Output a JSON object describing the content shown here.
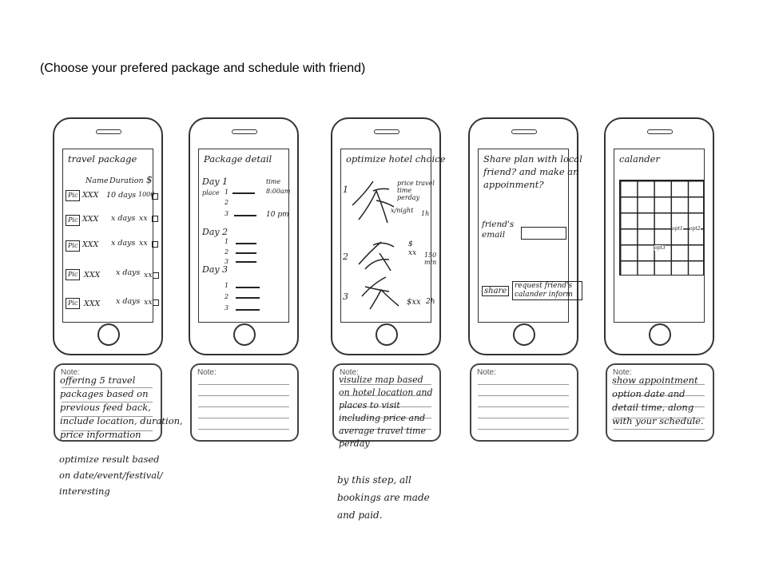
{
  "title": "(Choose your prefered package and schedule with friend)",
  "phones": [
    {
      "screen_title": "travel package",
      "col_name": "Name",
      "col_duration": "Duration",
      "col_price": "$",
      "pic_label": "Pic",
      "rows": [
        {
          "name": "XXX",
          "duration": "10 days",
          "price": "1000"
        },
        {
          "name": "XXX",
          "duration": "x days",
          "price": "xx"
        },
        {
          "name": "XXX",
          "duration": "x days",
          "price": "xx"
        },
        {
          "name": "XXX",
          "duration": "x days",
          "price": "xx"
        },
        {
          "name": "XXX",
          "duration": "x days",
          "price": "xx"
        }
      ]
    },
    {
      "screen_title": "Package detail",
      "day1": "Day 1",
      "place_label": "place",
      "time_label": "time",
      "time_1": "8:00am",
      "time_3": "10 pm",
      "day2": "Day 2",
      "day3": "Day 3",
      "n1": "1",
      "n2": "2",
      "n3": "3"
    },
    {
      "screen_title": "optimize hotel choice",
      "opt1_label": "price travel time perday",
      "opt1_price": "x/night",
      "opt1_time": "1h",
      "opt2_price": "$\nxx",
      "opt2_time": "150\nmin",
      "opt3_price": "$xx",
      "opt3_time": "2h",
      "n1": "1",
      "n2": "2",
      "n3": "3"
    },
    {
      "screen_title": "Share plan with local friend? and make an appoinment?",
      "email_label": "friend's email",
      "share_button": "share",
      "request_button": "request friend's calander inform"
    },
    {
      "screen_title": "calander",
      "opt1": "opt1",
      "opt2": "opt2",
      "opt3": "opt3"
    }
  ],
  "notes": [
    {
      "label": "Note:",
      "text": "offering 5 travel\npackages based on\nprevious feed back,\ninclude location, duration,\nprice information"
    },
    {
      "label": "Note:",
      "text": ""
    },
    {
      "label": "Note:",
      "text": "visulize map based\non hotel location and\nplaces to visit\nincluding price and\naverage travel time\nperday"
    },
    {
      "label": "Note:",
      "text": ""
    },
    {
      "label": "Note:",
      "text": "show appointment\noption date and\ndetail time, along\nwith your schedule."
    }
  ],
  "extras": [
    {
      "text": "optimize result based\non date/event/festival/\ninteresting"
    },
    {
      "text": "by this step, all\nbookings are made\nand paid."
    }
  ]
}
